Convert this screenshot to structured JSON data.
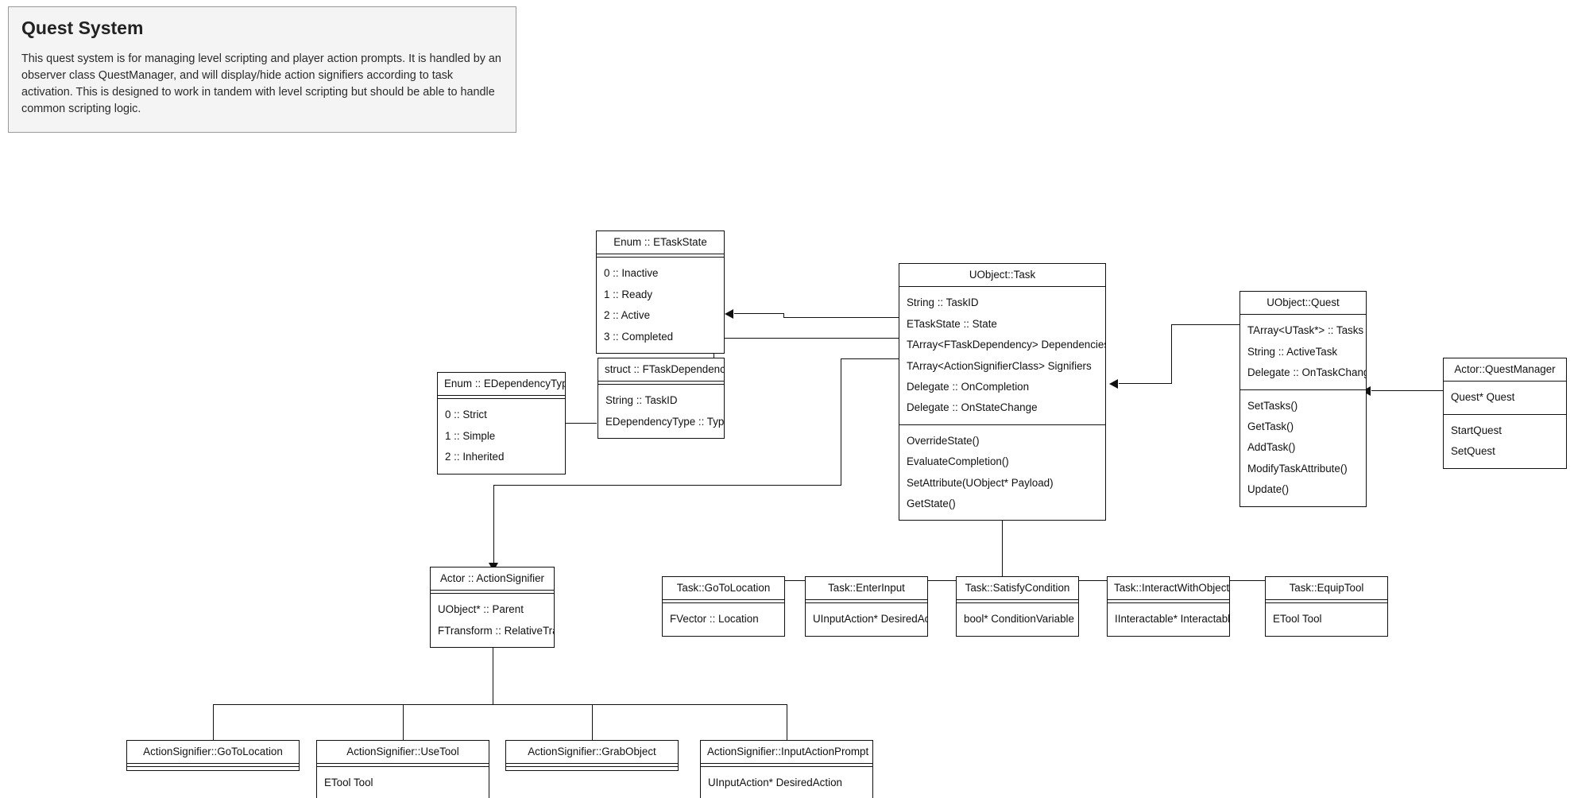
{
  "note": {
    "title": "Quest System",
    "body": "This quest system is for managing level scripting and player action prompts. It is handled by an observer class QuestManager, and will display/hide action signifiers according to task activation. This is designed to work in tandem with level scripting but should be able to handle common scripting logic."
  },
  "classes": {
    "etaskstate": {
      "header": "Enum :: ETaskState",
      "members": [
        "0 :: Inactive",
        "1 :: Ready",
        "2 :: Active",
        "3 :: Completed"
      ]
    },
    "edependencytype": {
      "header": "Enum :: EDependencyType",
      "members": [
        "0 :: Strict",
        "1 :: Simple",
        "2 :: Inherited"
      ]
    },
    "ftaskdependency": {
      "header": "struct :: FTaskDependency",
      "members": [
        "String :: TaskID",
        "EDependencyType :: Type"
      ]
    },
    "task": {
      "header": "UObject::Task",
      "attributes": [
        "String :: TaskID",
        "ETaskState :: State",
        "TArray<FTaskDependency> Dependencies",
        "TArray<ActionSignifierClass> Signifiers",
        "Delegate :: OnCompletion",
        "Delegate :: OnStateChange"
      ],
      "methods": [
        "OverrideState()",
        "EvaluateCompletion()",
        "SetAttribute(UObject* Payload)",
        "GetState()"
      ]
    },
    "quest": {
      "header": "UObject::Quest",
      "attributes": [
        "TArray<UTask*> :: Tasks",
        "String :: ActiveTask",
        "Delegate :: OnTaskChange"
      ],
      "methods": [
        "SetTasks()",
        "GetTask()",
        "AddTask()",
        "ModifyTaskAttribute()",
        "Update()"
      ]
    },
    "questmanager": {
      "header": "Actor::QuestManager",
      "attributes": [
        "Quest* Quest"
      ],
      "methods": [
        "StartQuest",
        "SetQuest"
      ]
    },
    "actionsignifier": {
      "header": "Actor :: ActionSignifier",
      "members": [
        "UObject* :: Parent",
        "FTransform :: RelativeTransf"
      ]
    },
    "task_gotolocation": {
      "header": "Task::GoToLocation",
      "members": [
        "FVector :: Location"
      ]
    },
    "task_enterinput": {
      "header": "Task::EnterInput",
      "members": [
        "UInputAction* DesiredAction"
      ]
    },
    "task_satisfycondition": {
      "header": "Task::SatisfyCondition",
      "members": [
        "bool* ConditionVariable"
      ]
    },
    "task_interactwithobject": {
      "header": "Task::InteractWithObject",
      "members": [
        "IInteractable* InteractableOb"
      ]
    },
    "task_equiptool": {
      "header": "Task::EquipTool",
      "members": [
        "ETool Tool"
      ]
    },
    "sig_gotolocation": {
      "header": "ActionSignifier::GoToLocation",
      "members": []
    },
    "sig_usetool": {
      "header": "ActionSignifier::UseTool",
      "members": [
        "ETool Tool"
      ]
    },
    "sig_grabobject": {
      "header": "ActionSignifier::GrabObject",
      "members": []
    },
    "sig_inputactionprompt": {
      "header": "ActionSignifier::InputActionPrompt",
      "members": [
        "UInputAction* DesiredAction"
      ]
    }
  }
}
